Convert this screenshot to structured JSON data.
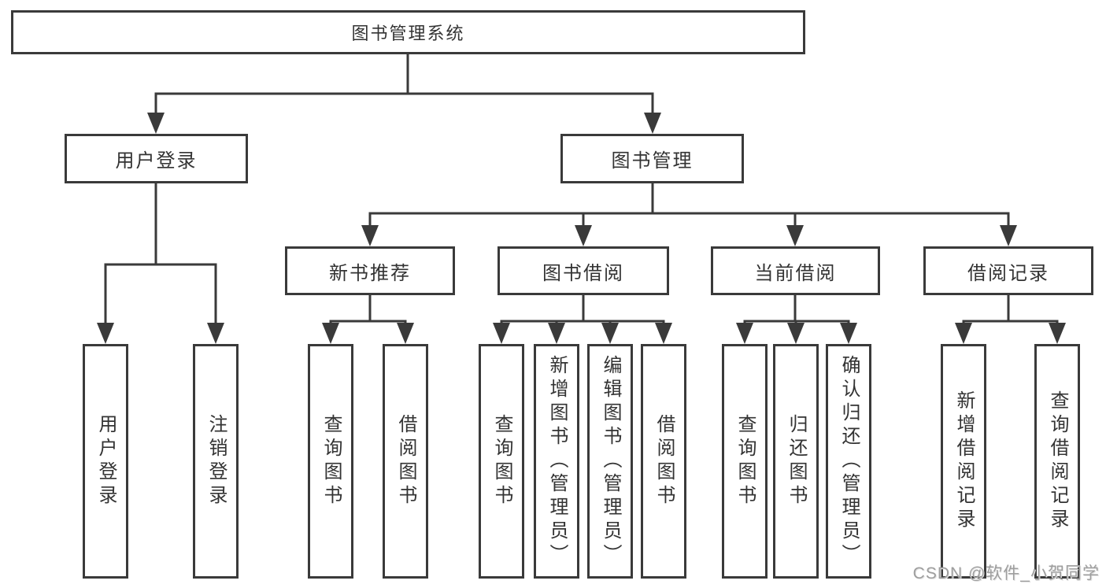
{
  "diagram_type": "hierarchy-tree",
  "colors": {
    "line": "#3a3a3a",
    "box_border": "#3a3a3a",
    "text": "#333333",
    "background": "#ffffff",
    "watermark": "#9e9e9e"
  },
  "icons": {
    "connector_arrow": "arrow-down-filled-triangle"
  },
  "tree": {
    "label": "图书管理系统",
    "children": [
      {
        "label": "用户登录",
        "children": [
          {
            "label": "用户登录"
          },
          {
            "label": "注销登录"
          }
        ]
      },
      {
        "label": "图书管理",
        "children": [
          {
            "label": "新书推荐",
            "children": [
              {
                "label": "查询图书"
              },
              {
                "label": "借阅图书"
              }
            ]
          },
          {
            "label": "图书借阅",
            "children": [
              {
                "label": "查询图书"
              },
              {
                "label": "新增图书（管理员）"
              },
              {
                "label": "编辑图书（管理员）"
              },
              {
                "label": "借阅图书"
              }
            ]
          },
          {
            "label": "当前借阅",
            "children": [
              {
                "label": "查询图书"
              },
              {
                "label": "归还图书"
              },
              {
                "label": "确认归还（管理员）"
              }
            ]
          },
          {
            "label": "借阅记录",
            "children": [
              {
                "label": "新增借阅记录"
              },
              {
                "label": "查询借阅记录"
              }
            ]
          }
        ]
      }
    ]
  },
  "watermark": {
    "text": "CSDN @软件_小贺同学"
  }
}
